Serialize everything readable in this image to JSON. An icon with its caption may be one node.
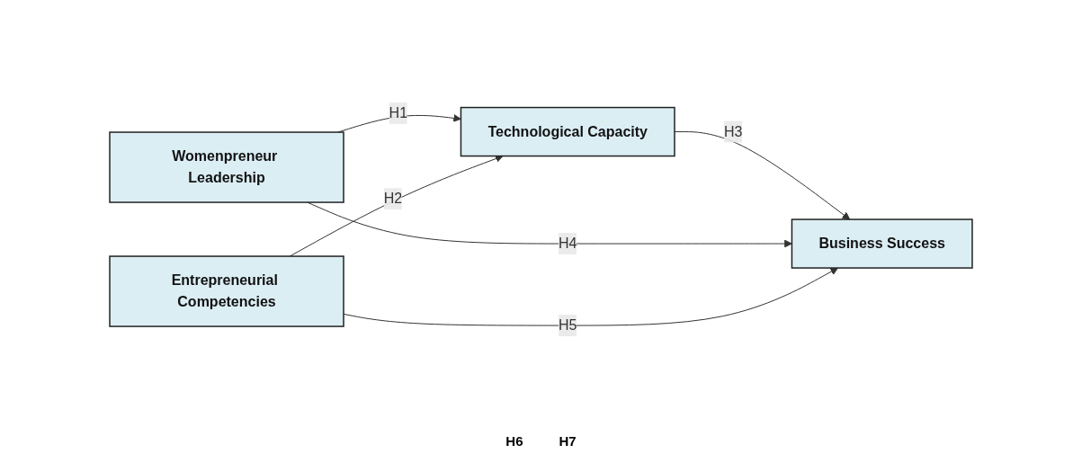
{
  "diagram": {
    "nodes": [
      {
        "text": [
          "Womenpreneur Leadership"
        ]
      },
      {
        "text": [
          "Technological Capacity"
        ]
      },
      {
        "text": [
          "Business Success"
        ]
      },
      {
        "text": [
          "Entrepreneurial Competencies"
        ]
      }
    ],
    "edges": [
      {
        "from": 0,
        "to": 1,
        "arrow": "to",
        "label": "H1"
      },
      {
        "from": 3,
        "to": 1,
        "arrow": "to",
        "label": "H2"
      },
      {
        "from": 1,
        "to": 2,
        "arrow": "to",
        "label": "H3"
      },
      {
        "from": 0,
        "to": 2,
        "arrow": "to",
        "label": "H4"
      },
      {
        "from": 3,
        "to": 2,
        "arrow": "to",
        "label": "H5"
      }
    ],
    "labels": [
      "H6",
      "H7"
    ]
  }
}
